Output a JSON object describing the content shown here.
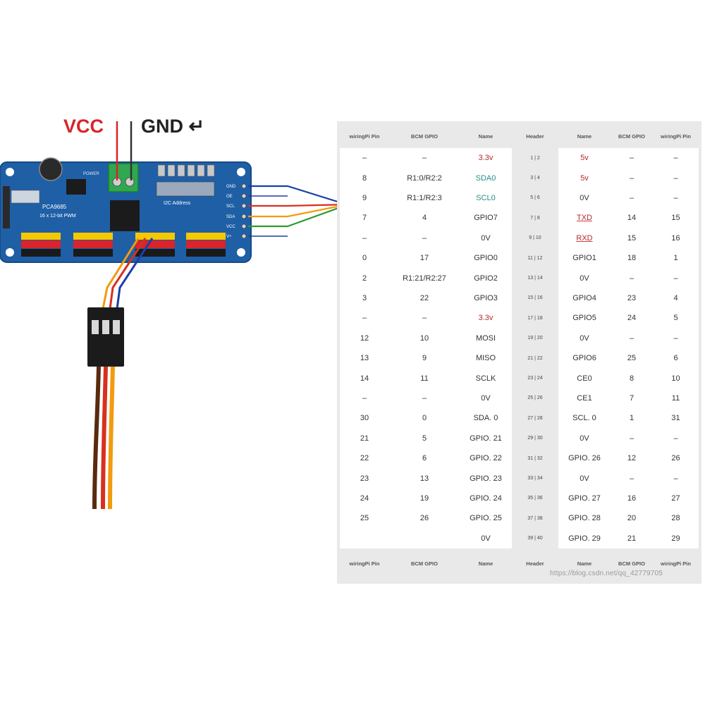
{
  "labels": {
    "vcc": "VCC",
    "gnd": "GND ↵"
  },
  "board": {
    "title": "PCA9685",
    "subtitle": "16 x 12-bit PWM",
    "power_label": "POWER",
    "i2c_label": "I2C Address",
    "pin_labels": [
      "GND",
      "OE",
      "SCL",
      "SDA",
      "VCC",
      "V+"
    ]
  },
  "colors": {
    "board": "#1f5fa6",
    "wire_green": "#2f9a2f",
    "wire_orange": "#f29b0e",
    "wire_red": "#d8301f",
    "wire_blue": "#1a3fa8",
    "wire_dark": "#283a9c",
    "servo_brown": "#5a2a0e",
    "vcc": "#d6252a"
  },
  "pin_table": {
    "columns": [
      "wiringPi Pin",
      "BCM GPIO",
      "Name",
      "Header",
      "Name",
      "BCM GPIO",
      "wiringPi Pin"
    ],
    "rows": [
      [
        "–",
        "–",
        "3.3v",
        "1 | 2",
        "5v",
        "–",
        "–"
      ],
      [
        "8",
        "R1:0/R2:2",
        "SDA0",
        "3 | 4",
        "5v",
        "–",
        "–"
      ],
      [
        "9",
        "R1:1/R2:3",
        "SCL0",
        "5 | 6",
        "0V",
        "–",
        "–"
      ],
      [
        "7",
        "4",
        "GPIO7",
        "7 | 8",
        "TXD",
        "14",
        "15"
      ],
      [
        "–",
        "–",
        "0V",
        "9 | 10",
        "RXD",
        "15",
        "16"
      ],
      [
        "0",
        "17",
        "GPIO0",
        "11 | 12",
        "GPIO1",
        "18",
        "1"
      ],
      [
        "2",
        "R1:21/R2:27",
        "GPIO2",
        "13 | 14",
        "0V",
        "–",
        "–"
      ],
      [
        "3",
        "22",
        "GPIO3",
        "15 | 16",
        "GPIO4",
        "23",
        "4"
      ],
      [
        "–",
        "–",
        "3.3v",
        "17 | 18",
        "GPIO5",
        "24",
        "5"
      ],
      [
        "12",
        "10",
        "MOSI",
        "19 | 20",
        "0V",
        "–",
        "–"
      ],
      [
        "13",
        "9",
        "MISO",
        "21 | 22",
        "GPIO6",
        "25",
        "6"
      ],
      [
        "14",
        "11",
        "SCLK",
        "23 | 24",
        "CE0",
        "8",
        "10"
      ],
      [
        "–",
        "–",
        "0V",
        "25 | 26",
        "CE1",
        "7",
        "11"
      ],
      [
        "30",
        "0",
        "SDA. 0",
        "27 | 28",
        "SCL. 0",
        "1",
        "31"
      ],
      [
        "21",
        "5",
        "GPIO. 21",
        "29 | 30",
        "0V",
        "–",
        "–"
      ],
      [
        "22",
        "6",
        "GPIO. 22",
        "31 | 32",
        "GPIO. 26",
        "12",
        "26"
      ],
      [
        "23",
        "13",
        "GPIO. 23",
        "33 | 34",
        "0V",
        "–",
        "–"
      ],
      [
        "24",
        "19",
        "GPIO. 24",
        "35 | 36",
        "GPIO. 27",
        "16",
        "27"
      ],
      [
        "25",
        "26",
        "GPIO. 25",
        "37 | 38",
        "GPIO. 28",
        "20",
        "28"
      ],
      [
        "",
        "",
        "0V",
        "39 | 40",
        "GPIO. 29",
        "21",
        "29"
      ]
    ]
  },
  "watermark": "https://blog.csdn.net/qq_42779705"
}
